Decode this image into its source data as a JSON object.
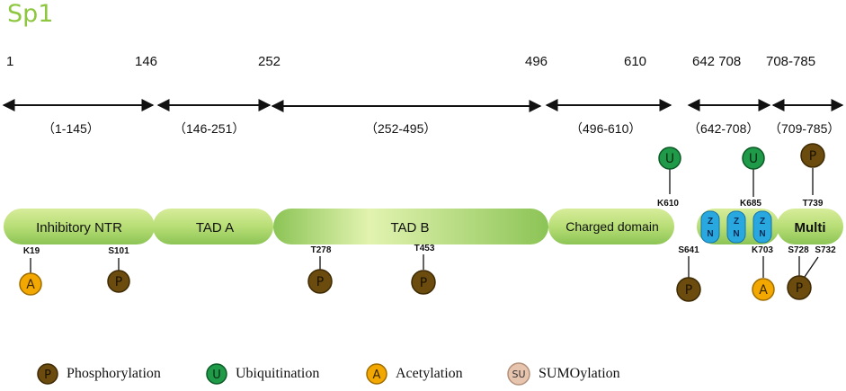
{
  "title": "Sp1",
  "positions": [
    "1",
    "146",
    "252",
    "496",
    "610",
    "642 708",
    "708-785"
  ],
  "ranges": [
    "（1-145）",
    "（146-251）",
    "（252-495）",
    "（496-610）",
    "（642-708）",
    "（709-785）"
  ],
  "domains": [
    "Inhibitory NTR",
    "TAD A",
    "TAD B",
    "Charged domain",
    "Multi"
  ],
  "zinc_finger_label": [
    "Z",
    "N"
  ],
  "sites_above": [
    {
      "label": "K610",
      "mod": "U"
    },
    {
      "label": "K685",
      "mod": "U"
    },
    {
      "label": "T739",
      "mod": "P"
    }
  ],
  "sites_below": [
    {
      "label": "K19",
      "mod": "A"
    },
    {
      "label": "S101",
      "mod": "P"
    },
    {
      "label": "T278",
      "mod": "P"
    },
    {
      "label": "T453",
      "mod": "P"
    },
    {
      "label": "S641",
      "mod": "P"
    },
    {
      "label": "K703",
      "mod": "A"
    },
    {
      "label": "S728",
      "mod": "P"
    },
    {
      "label": "S732",
      "mod": ""
    }
  ],
  "legend": [
    {
      "symbol": "P",
      "label": "Phosphorylation",
      "color": "#6b4c0e"
    },
    {
      "symbol": "U",
      "label": "Ubiquitination",
      "color": "#1e9a48"
    },
    {
      "symbol": "A",
      "label": "Acetylation",
      "color": "#f2a800"
    },
    {
      "symbol": "SU",
      "label": "SUMOylation",
      "color": "#e6c4ae"
    }
  ],
  "colors": {
    "title": "#8dc63f",
    "domain": "#9ed066",
    "zinc": "#29a8e0",
    "phospho": "#6b4c0e",
    "ubiq": "#1e9a48",
    "acetyl": "#f2a800",
    "sumo": "#e6c4ae"
  }
}
